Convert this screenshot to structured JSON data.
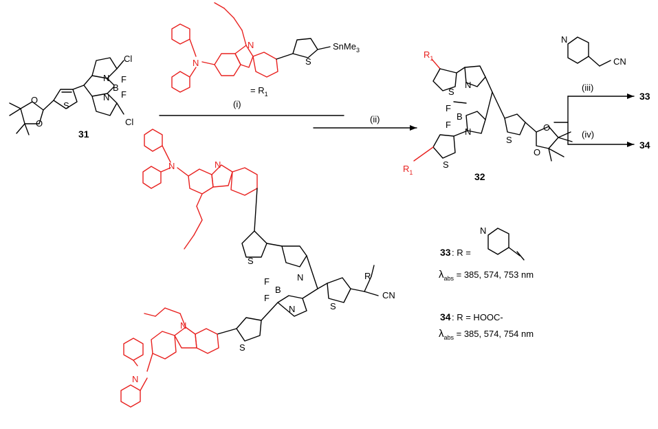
{
  "compounds": {
    "c31": "31",
    "c32": "32",
    "c33": "33",
    "c34": "34"
  },
  "reagents": {
    "step_i": "(i)",
    "step_ii": "(ii)",
    "step_iii": "(iii)",
    "step_iv": "(iv)",
    "r1_eq": "= R",
    "r1_sub": "1",
    "pyridyl_cn": "CN",
    "snme3": "SnMe",
    "snme3_sub": "3"
  },
  "atoms": {
    "N": "N",
    "S": "S",
    "O": "O",
    "B": "B",
    "F": "F",
    "Cl": "Cl",
    "CN": "CN",
    "R": "R",
    "R1": "R",
    "R1_sub": "1"
  },
  "legend": {
    "c33_label": "33",
    "c33_text": ": R =",
    "lambda": "λ",
    "abs": "abs",
    "c33_values": " = 385, 574, 753 nm",
    "c34_label": "34",
    "c34_text": ": R = HOOC-",
    "c34_values": " = 385, 574, 754 nm"
  },
  "colors": {
    "highlight": "#e8201e",
    "ink": "#000000"
  }
}
